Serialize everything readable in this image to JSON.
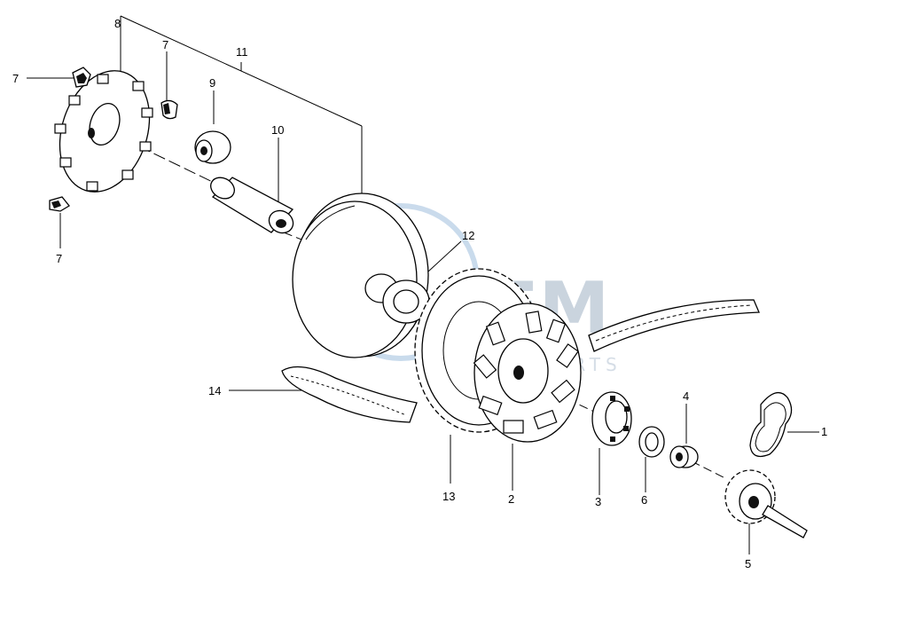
{
  "watermark": {
    "brand": "OEM",
    "tagline": "MOTORPARTS",
    "colors": {
      "globe": "#8fb4d9",
      "text": "#b9c6d4",
      "land": "#cfdcea"
    }
  },
  "callouts": {
    "c1": "1",
    "c2": "2",
    "c3": "3",
    "c4": "4",
    "c5": "5",
    "c6": "6",
    "c7a": "7",
    "c7b": "7",
    "c7c": "7",
    "c8": "8",
    "c9": "9",
    "c10": "10",
    "c11": "11",
    "c12": "12",
    "c13": "13",
    "c14": "14"
  },
  "colors": {
    "line": "#000000",
    "background": "#ffffff"
  }
}
